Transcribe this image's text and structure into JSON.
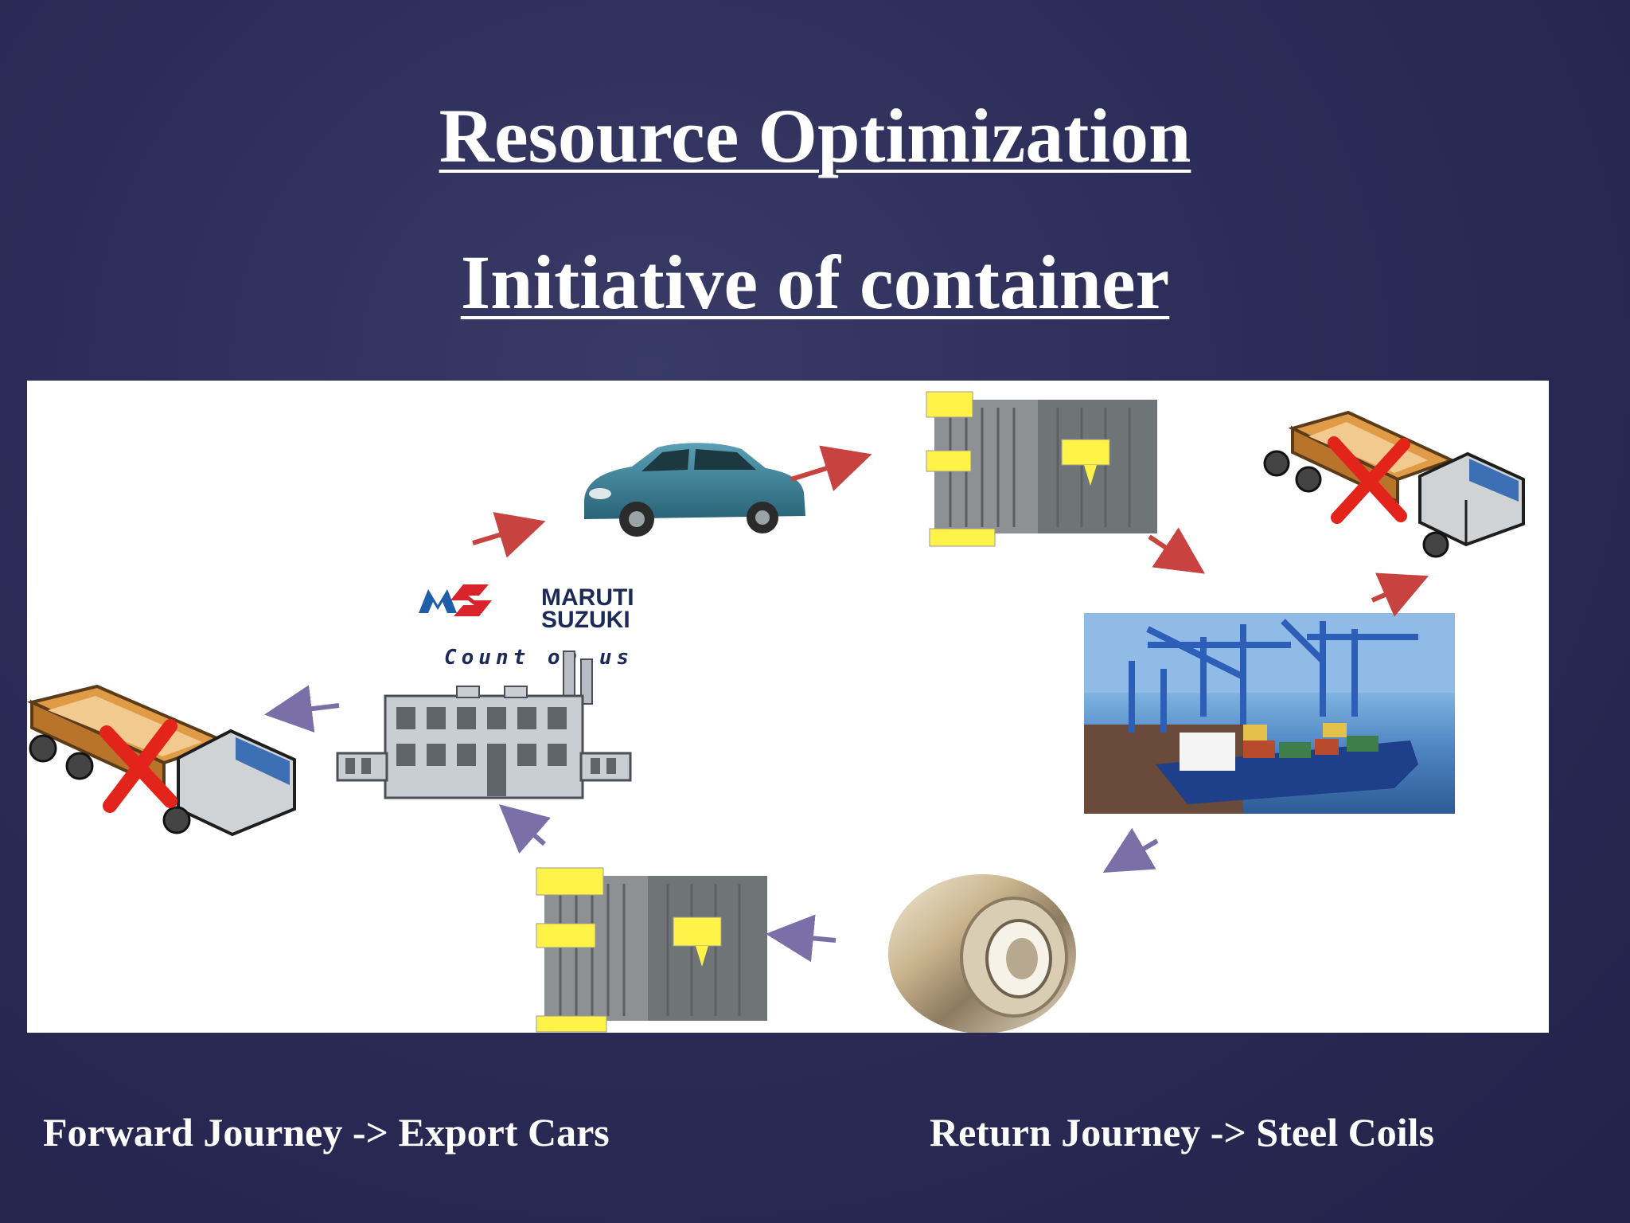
{
  "slide": {
    "title_line1": "Resource Optimization",
    "title_line2": "Initiative of container",
    "caption_forward": "Forward Journey -> Export Cars",
    "caption_return": "Return Journey -> Steel Coils",
    "background_color": "#2c2c58"
  },
  "diagram": {
    "brand": {
      "name_line1": "MARUTI",
      "name_line2": "SUZUKI",
      "tagline": "Count on us",
      "logo_colors": [
        "#1f5fa8",
        "#d8232a"
      ]
    },
    "arrow_colors": {
      "forward": "#c8423f",
      "return": "#7b6fa8"
    },
    "cancel_mark_color": "#e3241b",
    "icons": [
      "factory-icon",
      "car-icon",
      "container-icon",
      "truck-icon",
      "port-ship-icon",
      "steel-coil-icon"
    ]
  }
}
